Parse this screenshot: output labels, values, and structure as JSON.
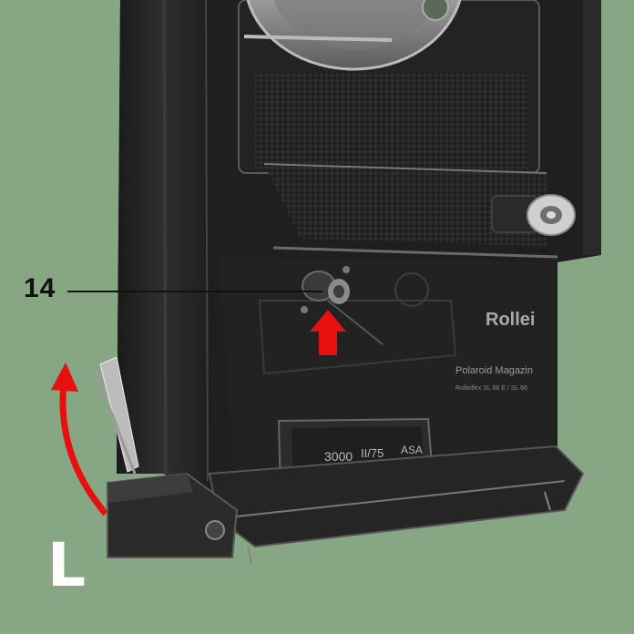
{
  "figure": {
    "callout_number": "14",
    "corner_letter": "L",
    "brand_logo": "Rollei",
    "magazine_label": "Polaroid Magazin",
    "magazine_sublabel": "Rolleiflex SL 66 E / SL 66",
    "dial": {
      "left_value": "3000",
      "middle_value": "II/75",
      "right_value": "ASA"
    }
  },
  "colors": {
    "background": "#86a684",
    "body_dark": "#1c1c1c",
    "body_mid": "#2b2b2b",
    "highlight": "#8a8a8a",
    "arrow_red": "#e8100e",
    "callout_text": "#111111",
    "letter_white": "#ffffff"
  },
  "icons": {
    "up_arrow": "red-up-arrow-icon",
    "rotate_arrow": "red-curved-arrow-icon"
  }
}
